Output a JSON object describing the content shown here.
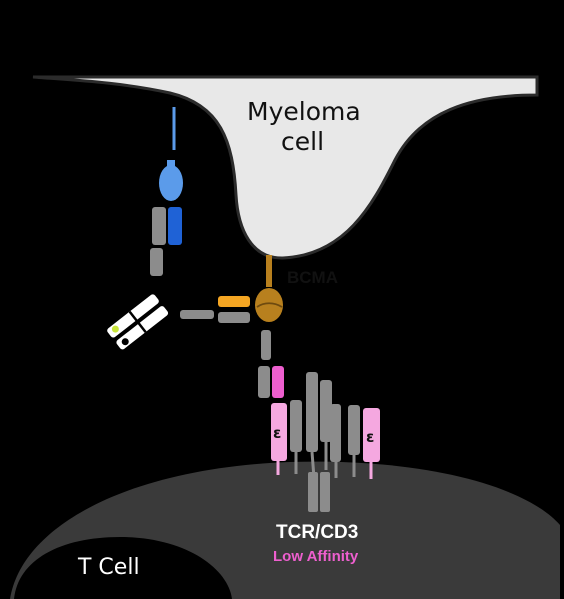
{
  "labels": {
    "myeloma_line1": "Myeloma",
    "myeloma_line2": "cell",
    "bcma": "BCMA",
    "tcr_cd3": "TCR/CD3",
    "affinity": "Low Affinity",
    "t_cell": "T Cell",
    "epsilon": "ε"
  },
  "colors": {
    "background": "#000000",
    "myeloma_cell": "#e8e8e8",
    "t_cell": "#3a3a3a",
    "bcma": "#b8801e",
    "anti_bcma": "#f5a623",
    "anti_cd3": "#ee5fcf",
    "cd3_epsilon": "#f5a8e0",
    "fc_receptor": "#5b9bea",
    "fc_receptor_dark": "#1f62d6",
    "antibody_grey": "#8c8c8c"
  }
}
